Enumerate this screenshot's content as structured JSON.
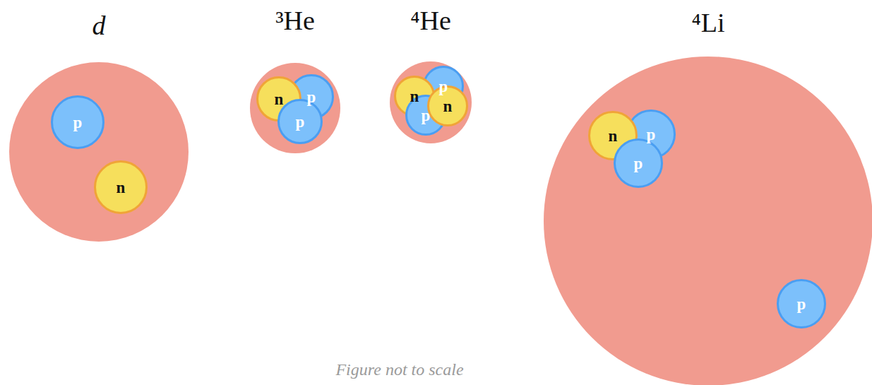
{
  "diagram": {
    "caption": "Figure not to scale",
    "nodes": [
      {
        "text": [
          "d"
        ]
      },
      {
        "text": [
          "p"
        ],
        "in": 0
      },
      {
        "text": [
          "n"
        ],
        "in": 0
      },
      {
        "text": [
          "³He"
        ]
      },
      {
        "text": [
          "p"
        ],
        "in": 3
      },
      {
        "text": [
          "n"
        ],
        "in": 3
      },
      {
        "text": [
          "p"
        ],
        "in": 3
      },
      {
        "text": [
          "⁴He"
        ]
      },
      {
        "text": [
          "p"
        ],
        "in": 7
      },
      {
        "text": [
          "n"
        ],
        "in": 7
      },
      {
        "text": [
          "p"
        ],
        "in": 7
      },
      {
        "text": [
          "n"
        ],
        "in": 7
      },
      {
        "text": [
          "⁴Li"
        ]
      },
      {
        "text": [
          "p"
        ],
        "in": 12
      },
      {
        "text": [
          "n"
        ],
        "in": 12
      },
      {
        "text": [
          "p"
        ],
        "in": 12
      },
      {
        "text": [
          "p"
        ],
        "in": 12
      }
    ]
  }
}
